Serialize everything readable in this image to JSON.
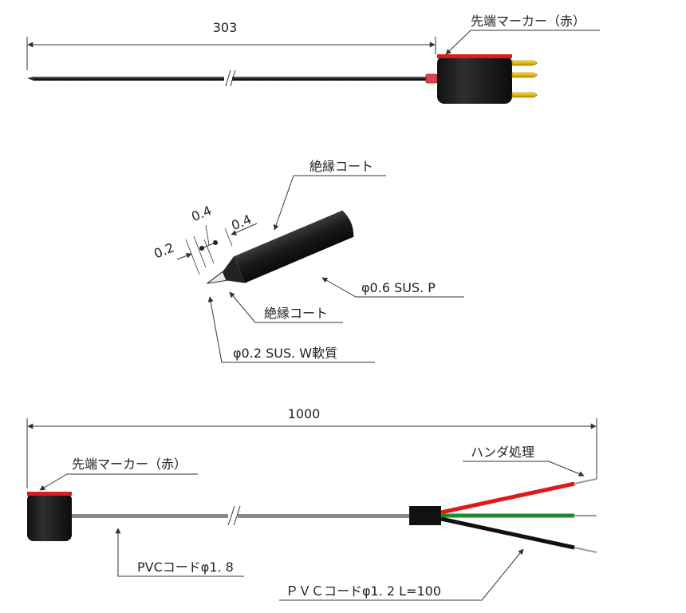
{
  "colors": {
    "line": "#333333",
    "body": "#1c1c1c",
    "marker": "#d81e1e",
    "pin": "#e8c400",
    "wire_red": "#e01818",
    "wire_green": "#1e8c2e",
    "wire_black": "#111111",
    "cable": "#8a8a8a",
    "strand": "#9a9a9a"
  },
  "top": {
    "dimension": "303",
    "marker_label": "先端マーカー（赤）"
  },
  "middle": {
    "dim_02": "0.2",
    "dim_04a": "0.4",
    "dim_04b": "0.4",
    "insulation_top": "絶縁コート",
    "sus_p": "φ0.6 SUS. P",
    "insulation_bottom": "絶縁コート",
    "sus_w": "φ0.2 SUS. W軟質"
  },
  "bottom": {
    "dimension": "1000",
    "marker_label": "先端マーカー（赤）",
    "solder_label": "ハンダ処理",
    "cable_label": "PVCコードφ1. 8",
    "cord_label": "ＰＶＣコードφ1. 2 L=100"
  }
}
